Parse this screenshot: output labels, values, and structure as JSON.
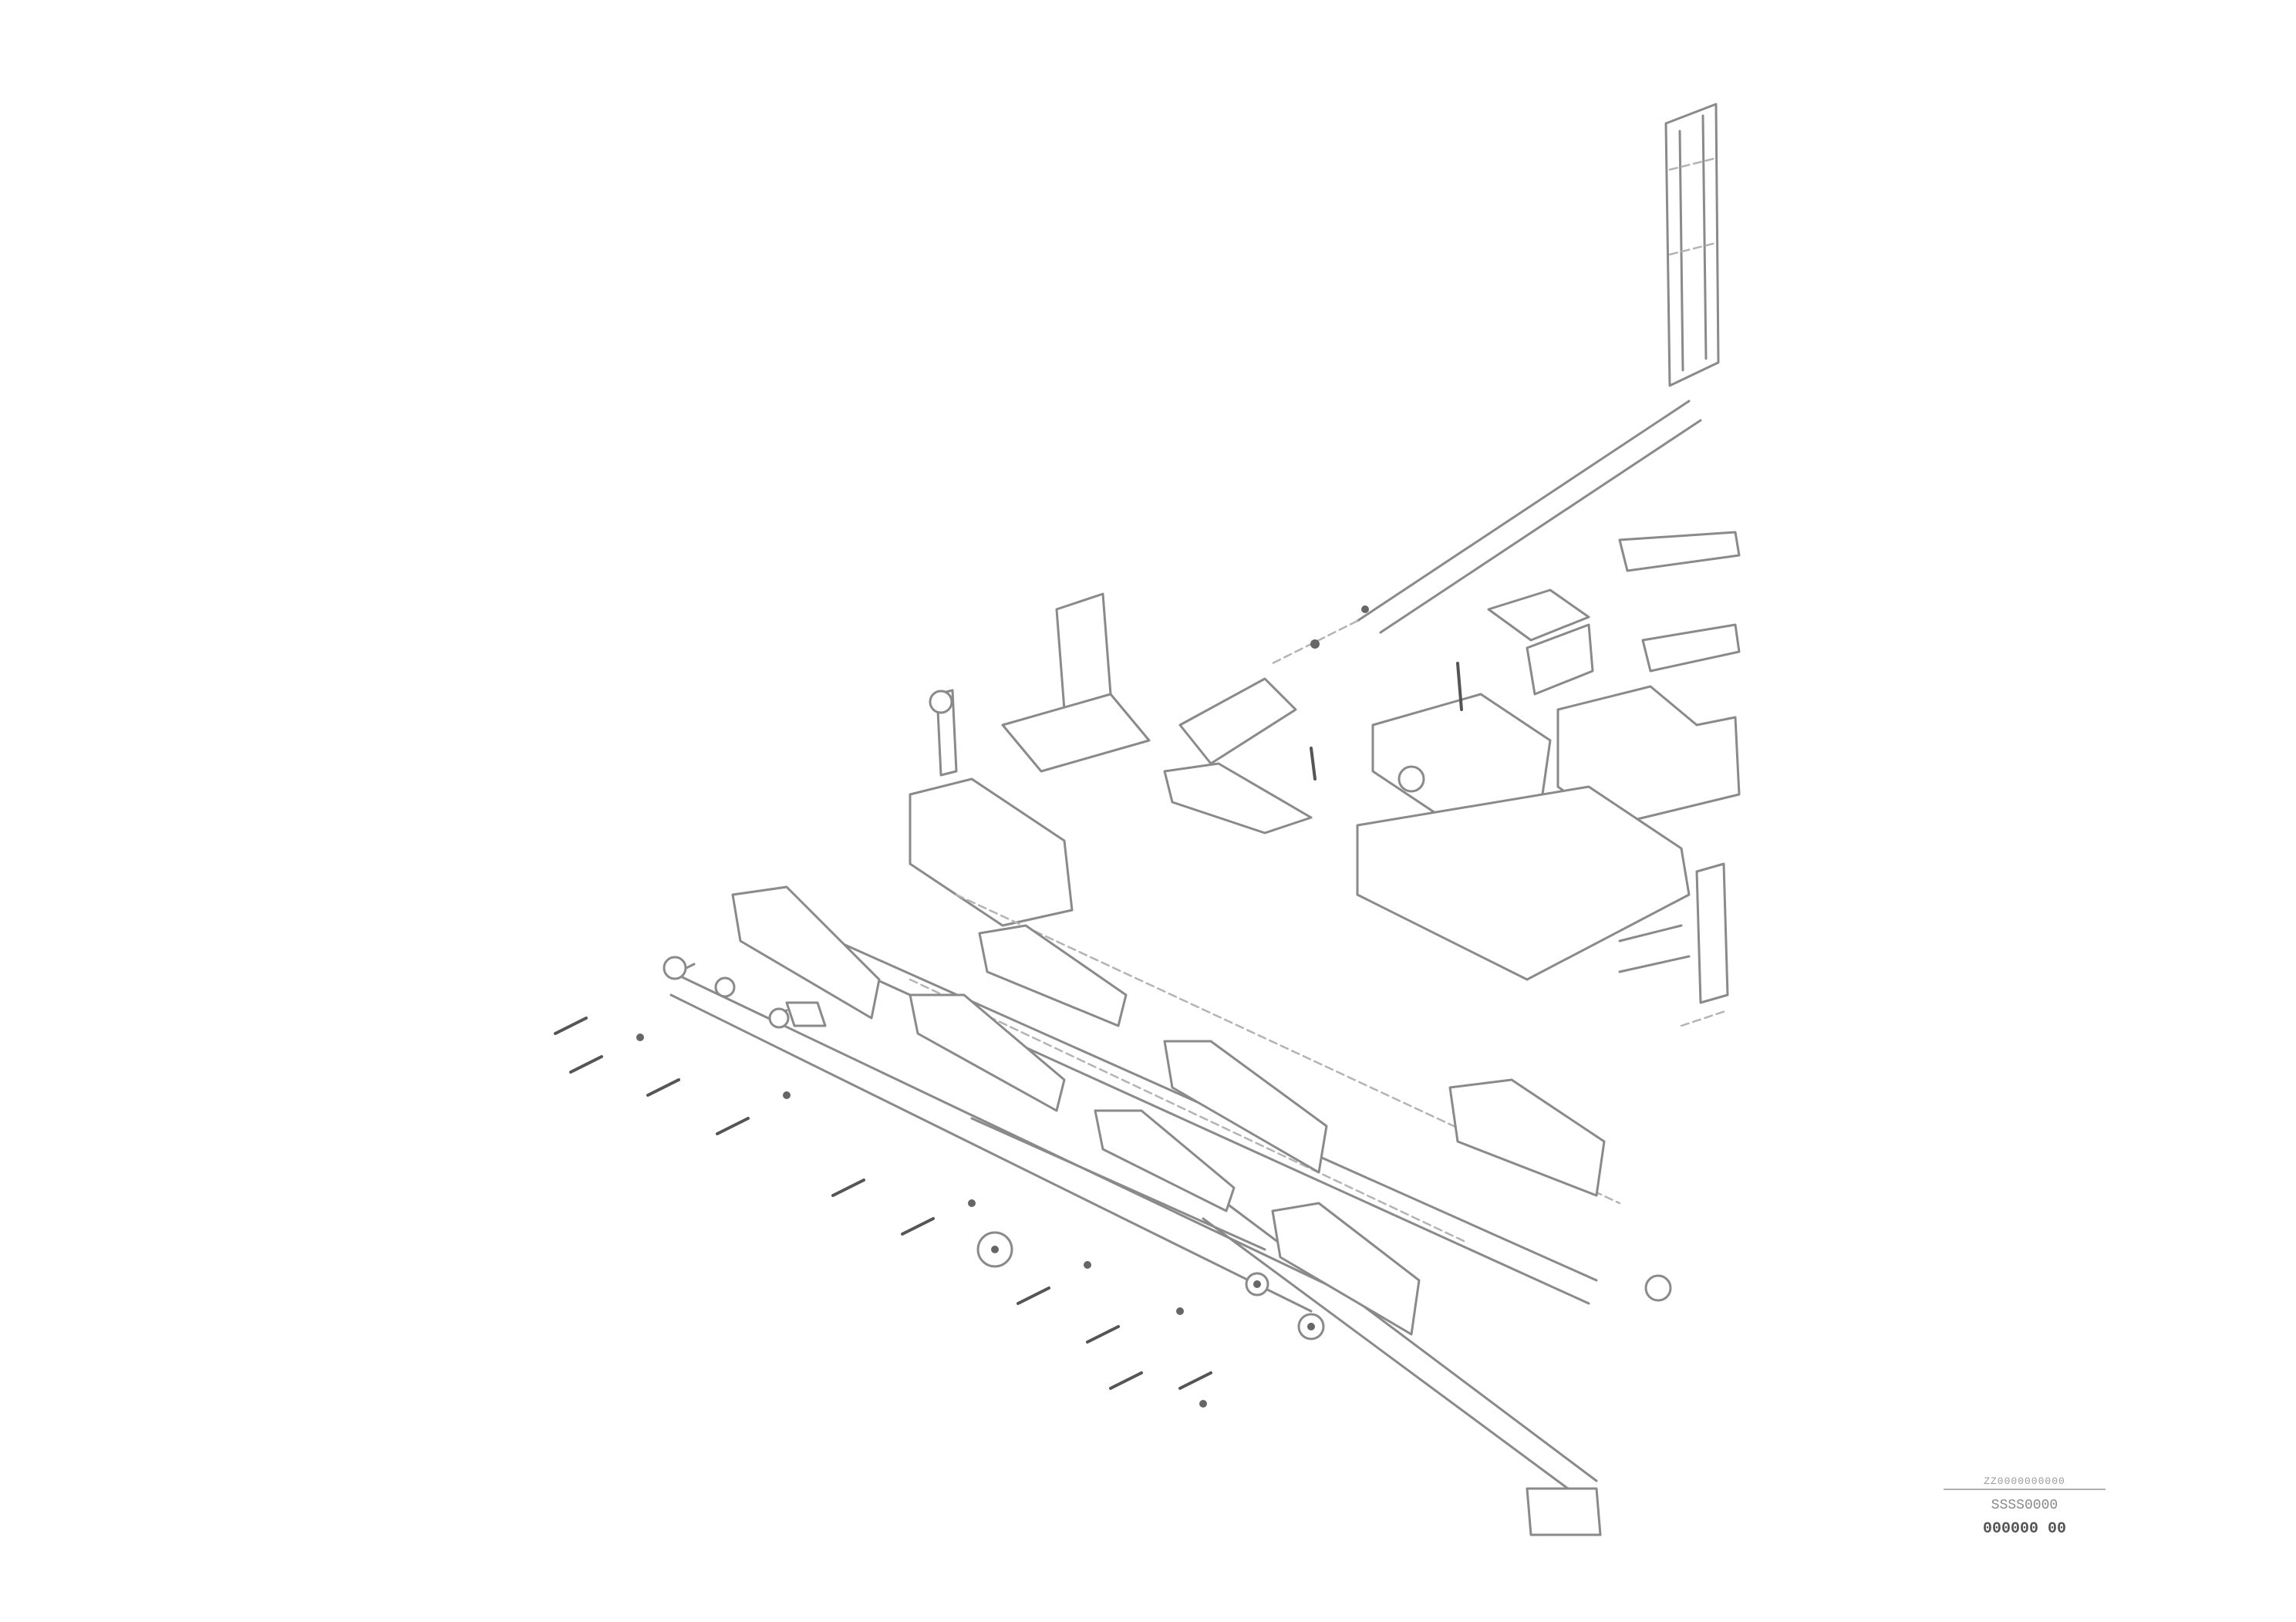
{
  "diagram": {
    "kind": "exploded-parts-drawing"
  },
  "reference_block": {
    "top_code": "ZZ0000000000",
    "part_id": "SSSS0000",
    "figure_code": "000000 00"
  },
  "colors": {
    "background": "#ffffff",
    "line": "#8a8a8a",
    "line_light": "#b4b4b4",
    "line_dark": "#555555"
  }
}
